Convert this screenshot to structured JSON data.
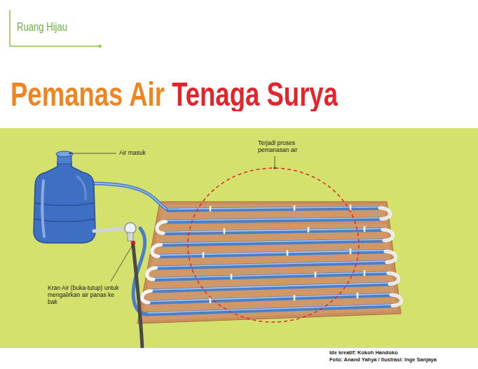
{
  "diagram": {
    "title": "Pemanas Air Tenaga Surya",
    "labels": [
      "Ruang Hijau",
      "Air masuk",
      "Terjadi proses pemanasan air",
      "Kran Air (buka-tutup) untuk mengalirkan air panas ke bak",
      "Ide kreatif: Kokoh Handoko",
      "Foto: Anand Yahya / Ilustrasi: Inge Sanjaya"
    ]
  }
}
